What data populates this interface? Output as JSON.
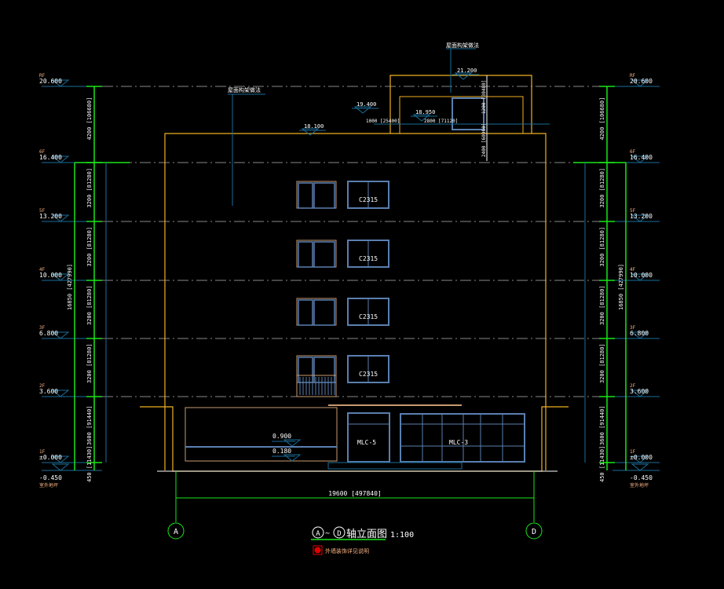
{
  "colors": {
    "green": "#19e619",
    "blue": "#1a6e9a",
    "orange": "#f0b020",
    "tan": "#c89a70",
    "window": "#5a7fb0",
    "gray": "#888888",
    "white": "#ffffff",
    "floorlabel": "#f5b080",
    "red": "#e00000"
  },
  "levels": [
    {
      "floor": "RF",
      "elev": "20.600",
      "right_elev": "20.600"
    },
    {
      "floor": "6F",
      "elev": "16.400",
      "right_elev": "16.400"
    },
    {
      "floor": "5F",
      "elev": "13.200",
      "right_elev": "13.200"
    },
    {
      "floor": "4F",
      "elev": "10.000",
      "right_elev": "10.000"
    },
    {
      "floor": "3F",
      "elev": "6.800",
      "right_elev": "6.800"
    },
    {
      "floor": "2F",
      "elev": "3.600",
      "right_elev": "3.600"
    },
    {
      "floor": "1F",
      "elev": "±0.000",
      "right_elev": "±0.000"
    },
    {
      "floor": "室外地坪",
      "elev": "-0.450",
      "right_elev": "-0.450"
    }
  ],
  "storey_dims": [
    "4200 [106680]",
    "3200 [81280]",
    "3200 [81280]",
    "3200 [81280]",
    "3200 [81280]",
    "3600 [91440]",
    "450 [11430]"
  ],
  "total_dim": "16850 [427990]",
  "overall_width": "19600 [497840]",
  "roof_notes": {
    "leader_top": "屋面构架做法",
    "leader_left": "屋面构架做法",
    "elev_21200": "21.200",
    "elev_19400": "19.400",
    "elev_18950": "18.950",
    "elev_18100": "18.100",
    "dim_1000": "1000 [25400]",
    "dim_2800": "2800 [71120]",
    "dim_1200": "1200 [30480]",
    "dim_2400": "2400 [60960]"
  },
  "windows": [
    "C2315",
    "C2315",
    "C2315",
    "C2315"
  ],
  "doors": {
    "mlc5": "MLC-5",
    "mlc3": "MLC-3"
  },
  "ground_floor_elevs": {
    "upper": "0.900",
    "lower": "0.180"
  },
  "axes": {
    "left": "A",
    "right": "D"
  },
  "title": {
    "from": "A",
    "sep": "~",
    "to": "D",
    "text": "轴立面图",
    "scale": "1:100",
    "note": "外墙装饰详见说明"
  }
}
